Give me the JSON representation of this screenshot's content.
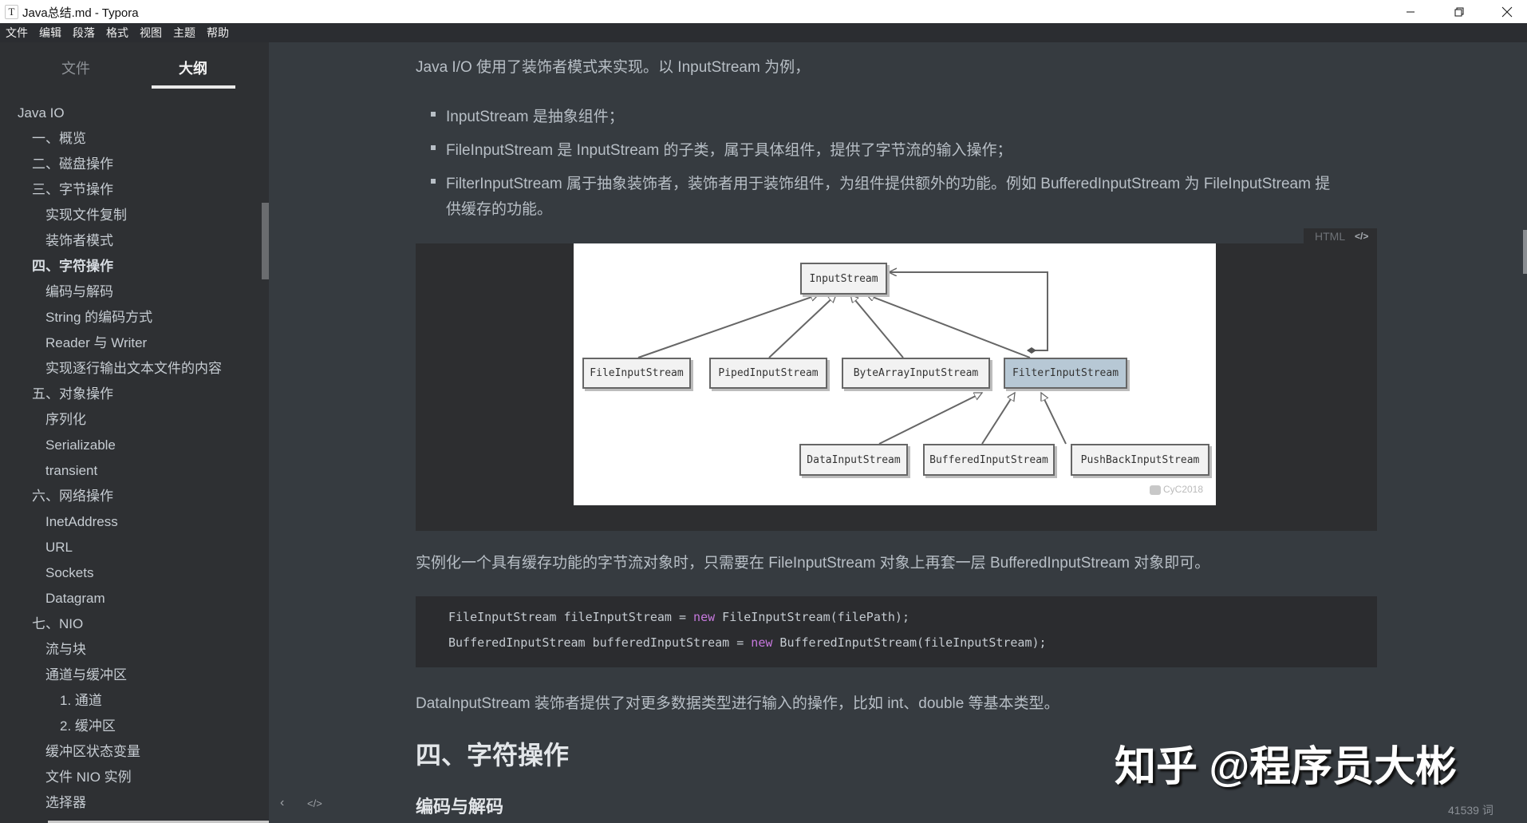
{
  "window": {
    "title": "Java总结.md - Typora",
    "app_icon": "T",
    "controls": {
      "minimize": "—",
      "restore": "❐",
      "close": "✕"
    }
  },
  "menubar": {
    "items": [
      "文件",
      "编辑",
      "段落",
      "格式",
      "视图",
      "主题",
      "帮助"
    ]
  },
  "sidebar": {
    "tabs": {
      "files": "文件",
      "outline": "大纲"
    },
    "active_tab": "outline",
    "outline": [
      {
        "label": "Java IO",
        "level": 1
      },
      {
        "label": "一、概览",
        "level": 2
      },
      {
        "label": "二、磁盘操作",
        "level": 2
      },
      {
        "label": "三、字节操作",
        "level": 2
      },
      {
        "label": "实现文件复制",
        "level": 3
      },
      {
        "label": "装饰者模式",
        "level": 3
      },
      {
        "label": "四、字符操作",
        "level": 2,
        "active": true
      },
      {
        "label": "编码与解码",
        "level": 3
      },
      {
        "label": "String 的编码方式",
        "level": 3
      },
      {
        "label": "Reader 与 Writer",
        "level": 3
      },
      {
        "label": "实现逐行输出文本文件的内容",
        "level": 3
      },
      {
        "label": "五、对象操作",
        "level": 2
      },
      {
        "label": "序列化",
        "level": 3
      },
      {
        "label": "Serializable",
        "level": 3
      },
      {
        "label": "transient",
        "level": 3
      },
      {
        "label": "六、网络操作",
        "level": 2
      },
      {
        "label": "InetAddress",
        "level": 3
      },
      {
        "label": "URL",
        "level": 3
      },
      {
        "label": "Sockets",
        "level": 3
      },
      {
        "label": "Datagram",
        "level": 3
      },
      {
        "label": "七、NIO",
        "level": 2
      },
      {
        "label": "流与块",
        "level": 3
      },
      {
        "label": "通道与缓冲区",
        "level": 3
      },
      {
        "label": "1. 通道",
        "level": 4
      },
      {
        "label": "2. 缓冲区",
        "level": 4
      },
      {
        "label": "缓冲区状态变量",
        "level": 3
      },
      {
        "label": "文件 NIO 实例",
        "level": 3
      },
      {
        "label": "选择器",
        "level": 3
      }
    ],
    "footer": {
      "collapse_icon": "‹",
      "source_mode_icon": "</>"
    }
  },
  "editor": {
    "intro": "Java I/O 使用了装饰者模式来实现。以 InputStream 为例，",
    "bullets": [
      "InputStream 是抽象组件；",
      "FileInputStream 是 InputStream 的子类，属于具体组件，提供了字节流的输入操作；",
      "FilterInputStream 属于抽象装饰者，装饰者用于装饰组件，为组件提供额外的功能。例如 BufferedInputStream 为 FileInputStream 提",
      "供缓存的功能。"
    ],
    "html_block": {
      "label": "HTML",
      "icon": "</>",
      "diagram": {
        "boxes": {
          "input_stream": "InputStream",
          "file_input_stream": "FileInputStream",
          "piped_input_stream": "PipedInputStream",
          "byte_array_input_stream": "ByteArrayInputStream",
          "filter_input_stream": "FilterInputStream",
          "data_input_stream": "DataInputStream",
          "buffered_input_stream": "BufferedInputStream",
          "pushback_input_stream": "PushBackInputStream"
        },
        "credit": "CyC2018"
      }
    },
    "para_after_diagram": "实例化一个具有缓存功能的字节流对象时，只需要在 FileInputStream 对象上再套一层 BufferedInputStream 对象即可。",
    "code": {
      "line1": {
        "pre": "FileInputStream fileInputStream = ",
        "kw": "new",
        "post": " FileInputStream(filePath);"
      },
      "line2": {
        "pre": "BufferedInputStream bufferedInputStream = ",
        "kw": "new",
        "post": " BufferedInputStream(fileInputStream);"
      }
    },
    "para_data_input": "DataInputStream 装饰者提供了对更多数据类型进行输入的操作，比如 int、double 等基本类型。",
    "heading_h2": "四、字符操作",
    "heading_h3": "编码与解码",
    "watermark": "知乎 @程序员大彬",
    "word_count": "41539 词"
  },
  "colors": {
    "sidebar_bg": "#2e3033",
    "editor_bg": "#363b40",
    "text": "#b8bfc6",
    "keyword": "#c678dd",
    "highlight_box": "#b7c8d5"
  }
}
